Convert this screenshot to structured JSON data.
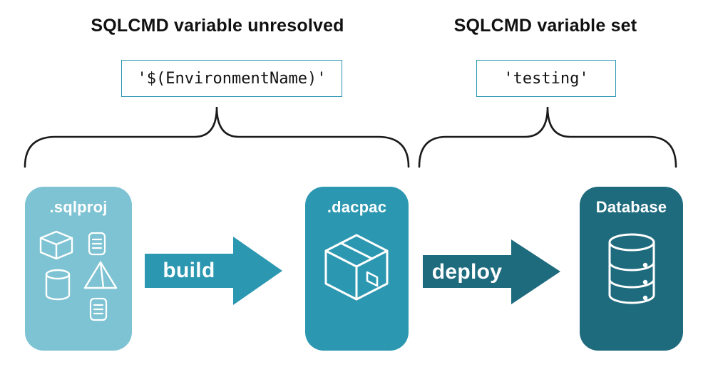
{
  "headings": {
    "left": "SQLCMD variable unresolved",
    "right": "SQLCMD variable set"
  },
  "code_boxes": {
    "left": "'$(EnvironmentName)'",
    "right": "'testing'"
  },
  "pipeline": {
    "sqlproj": {
      "label": ".sqlproj",
      "icons": [
        "cube-icon",
        "scroll-icon",
        "pyramid-icon",
        "cylinder-icon",
        "scroll-icon"
      ]
    },
    "dacpac": {
      "label": ".dacpac",
      "icons": [
        "package-icon"
      ]
    },
    "database": {
      "label": "Database",
      "icons": [
        "database-icon"
      ]
    },
    "arrows": {
      "build": "build",
      "deploy": "deploy"
    }
  },
  "colors": {
    "card_sqlproj": "#7ec3d3",
    "card_dacpac": "#2b97b1",
    "card_database": "#1f6b7e",
    "arrow_build": "#2b97b1",
    "arrow_deploy": "#1f6b7e",
    "code_border": "#2b97b1",
    "text": "#111111",
    "icon_stroke": "#ffffff"
  }
}
